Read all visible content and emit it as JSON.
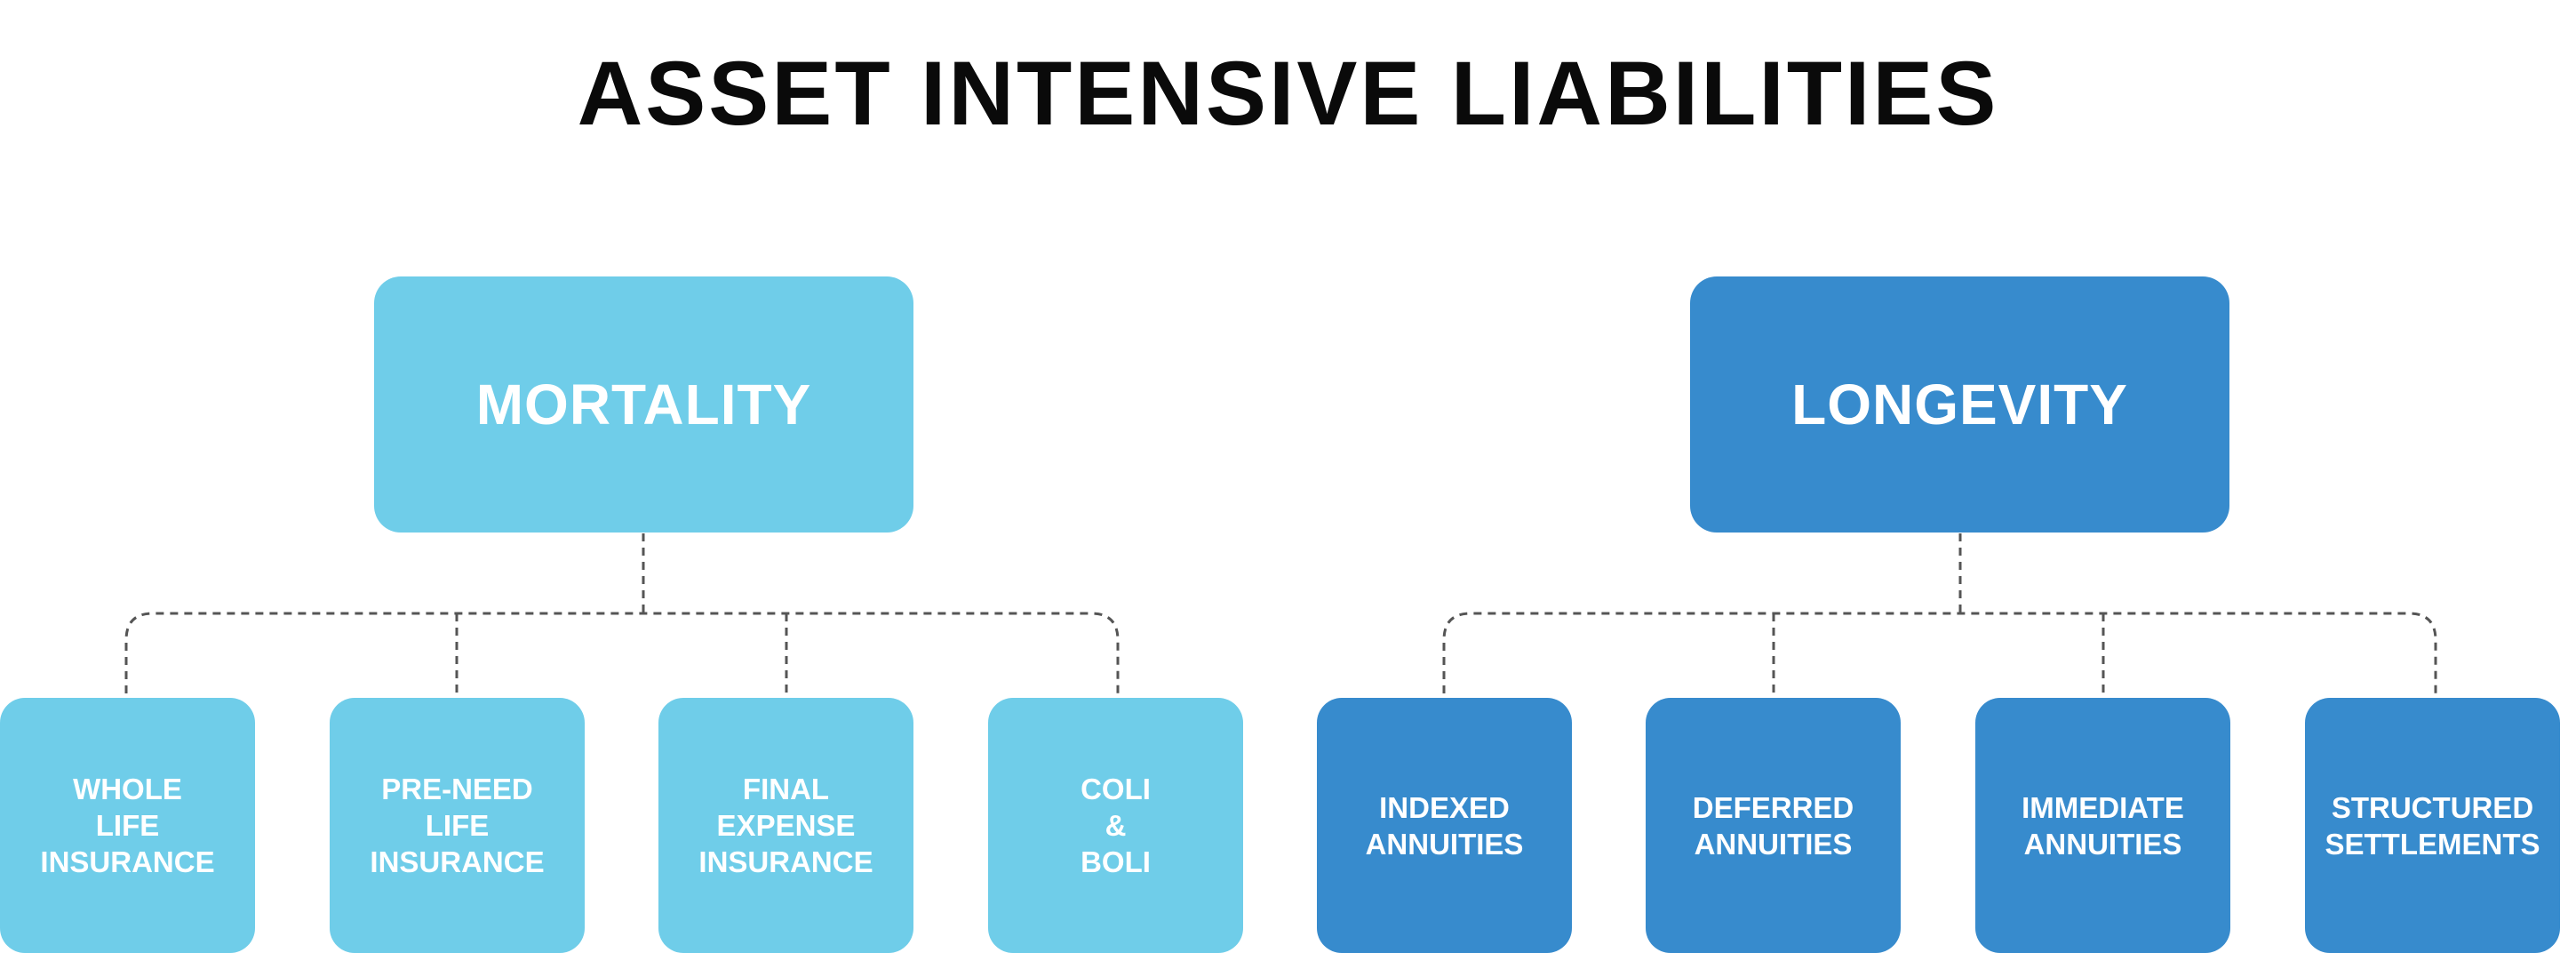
{
  "title": "ASSET INTENSIVE LIABILITIES",
  "colors": {
    "mortality": "#6fcde9",
    "longevity": "#378bcd",
    "connector": "#555555"
  },
  "mortality": {
    "label": "MORTALITY",
    "children": [
      {
        "lines": [
          "WHOLE",
          "LIFE",
          "INSURANCE"
        ]
      },
      {
        "lines": [
          "PRE-NEED",
          "LIFE",
          "INSURANCE"
        ]
      },
      {
        "lines": [
          "FINAL",
          "EXPENSE",
          "INSURANCE"
        ]
      },
      {
        "lines": [
          "COLI",
          "&",
          "BOLI"
        ]
      }
    ]
  },
  "longevity": {
    "label": "LONGEVITY",
    "children": [
      {
        "lines": [
          "INDEXED",
          "ANNUITIES"
        ]
      },
      {
        "lines": [
          "DEFERRED",
          "ANNUITIES"
        ]
      },
      {
        "lines": [
          "IMMEDIATE",
          "ANNUITIES"
        ]
      },
      {
        "lines": [
          "STRUCTURED",
          "SETTLEMENTS"
        ]
      }
    ]
  }
}
